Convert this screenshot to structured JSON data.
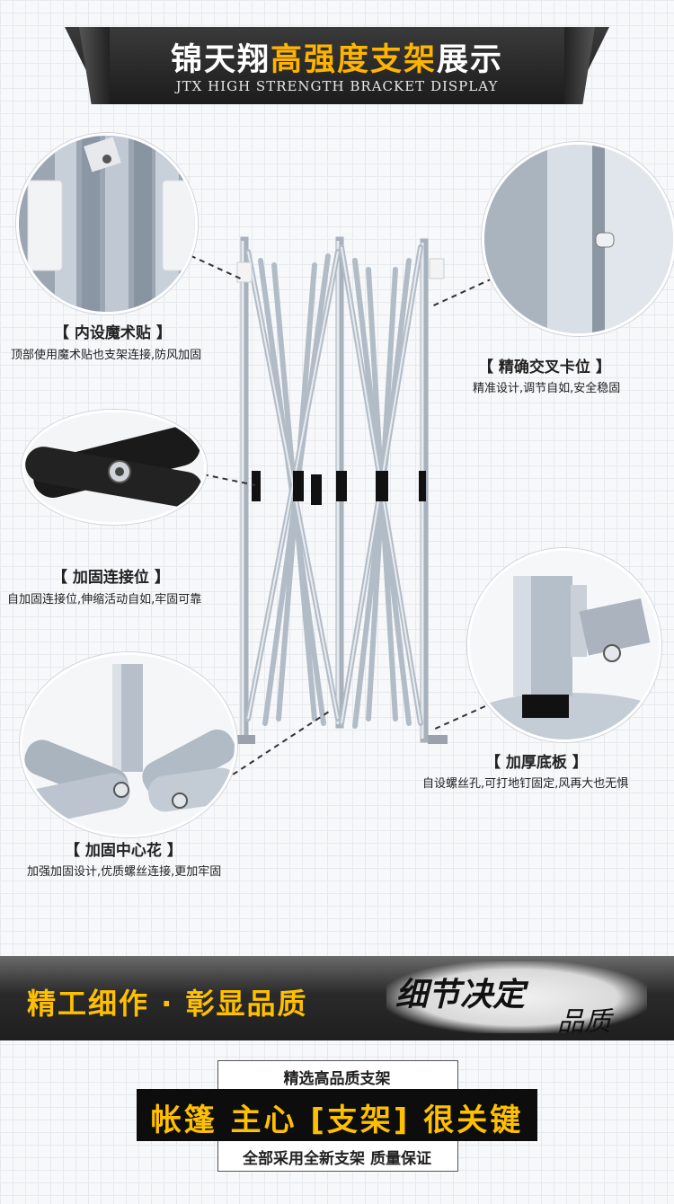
{
  "header": {
    "title_white_1": "锦天翔",
    "title_gold": "高强度支架",
    "title_white_2": "展示",
    "subtitle": "JTX HIGH STRENGTH BRACKET DISPLAY"
  },
  "features": [
    {
      "label": "【 内设魔术贴 】",
      "desc": "顶部使用魔术贴也支架连接,防风加固"
    },
    {
      "label": "【 精确交叉卡位 】",
      "desc": "精准设计,调节自如,安全稳固"
    },
    {
      "label": "【 加固连接位 】",
      "desc": "自加固连接位,伸缩活动自如,牢固可靠"
    },
    {
      "label": "【 加厚底板 】",
      "desc": "自设螺丝孔,可打地钉固定,风再大也无惧"
    },
    {
      "label": "【 加固中心花 】",
      "desc": "加强加固设计,优质螺丝连接,更加牢固"
    }
  ],
  "slogan": {
    "left": "精工细作 · 彰显品质",
    "right_1": "细节决定",
    "right_2": "品质"
  },
  "promo": {
    "top": "精选高品质支架",
    "middle": "帐篷 主心 [支架] 很关键",
    "bottom": "全部采用全新支架 质量保证"
  },
  "colors": {
    "accent": "#ffb400",
    "frame": "#b9c2cc",
    "dark": "#1c1c1c"
  }
}
